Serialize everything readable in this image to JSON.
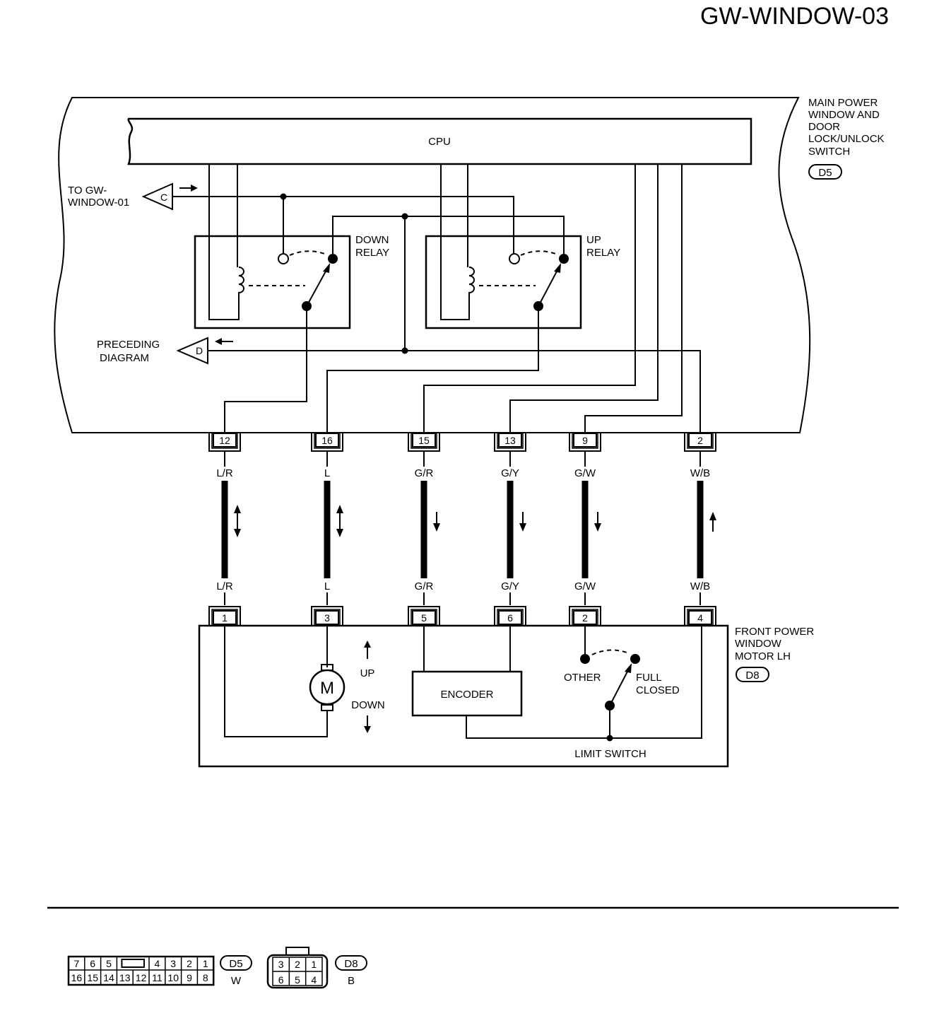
{
  "page": {
    "title": "GW-WINDOW-03"
  },
  "switch_unit": {
    "name_lines": [
      "MAIN POWER",
      "WINDOW AND",
      "DOOR",
      "LOCK/UNLOCK",
      "SWITCH"
    ],
    "connector_id": "D5",
    "cpu_label": "CPU",
    "down_relay_lines": [
      "DOWN",
      "RELAY"
    ],
    "up_relay_lines": [
      "UP",
      "RELAY"
    ],
    "ref_c": {
      "letter": "C",
      "text_lines": [
        "TO GW-",
        "WINDOW-01"
      ],
      "arrow": "right"
    },
    "ref_d": {
      "letter": "D",
      "text_lines": [
        "PRECEDING",
        "DIAGRAM"
      ],
      "arrow": "left"
    }
  },
  "wires": [
    {
      "from_pin": "12",
      "to_pin": "1",
      "color_code": "L/R",
      "direction": "both"
    },
    {
      "from_pin": "16",
      "to_pin": "3",
      "color_code": "L",
      "direction": "both"
    },
    {
      "from_pin": "15",
      "to_pin": "5",
      "color_code": "G/R",
      "direction": "down"
    },
    {
      "from_pin": "13",
      "to_pin": "6",
      "color_code": "G/Y",
      "direction": "down"
    },
    {
      "from_pin": "9",
      "to_pin": "2",
      "color_code": "G/W",
      "direction": "down"
    },
    {
      "from_pin": "2",
      "to_pin": "4",
      "color_code": "W/B",
      "direction": "up"
    }
  ],
  "motor_unit": {
    "name_lines": [
      "FRONT POWER",
      "WINDOW",
      "MOTOR LH"
    ],
    "connector_id": "D8",
    "motor_symbol": "M",
    "up_label": "UP",
    "down_label": "DOWN",
    "encoder_label": "ENCODER",
    "other_label": "OTHER",
    "full_closed_lines": [
      "FULL",
      "CLOSED"
    ],
    "limit_switch_label": "LIMIT SWITCH"
  },
  "connector_legend": [
    {
      "id": "D5",
      "color": "W",
      "top_row": [
        "7",
        "6",
        "5",
        "",
        "4",
        "3",
        "2",
        "1"
      ],
      "bottom_row": [
        "16",
        "15",
        "14",
        "13",
        "12",
        "11",
        "10",
        "9",
        "8"
      ]
    },
    {
      "id": "D8",
      "color": "B",
      "top_row": [
        "3",
        "2",
        "1"
      ],
      "bottom_row": [
        "6",
        "5",
        "4"
      ]
    }
  ]
}
